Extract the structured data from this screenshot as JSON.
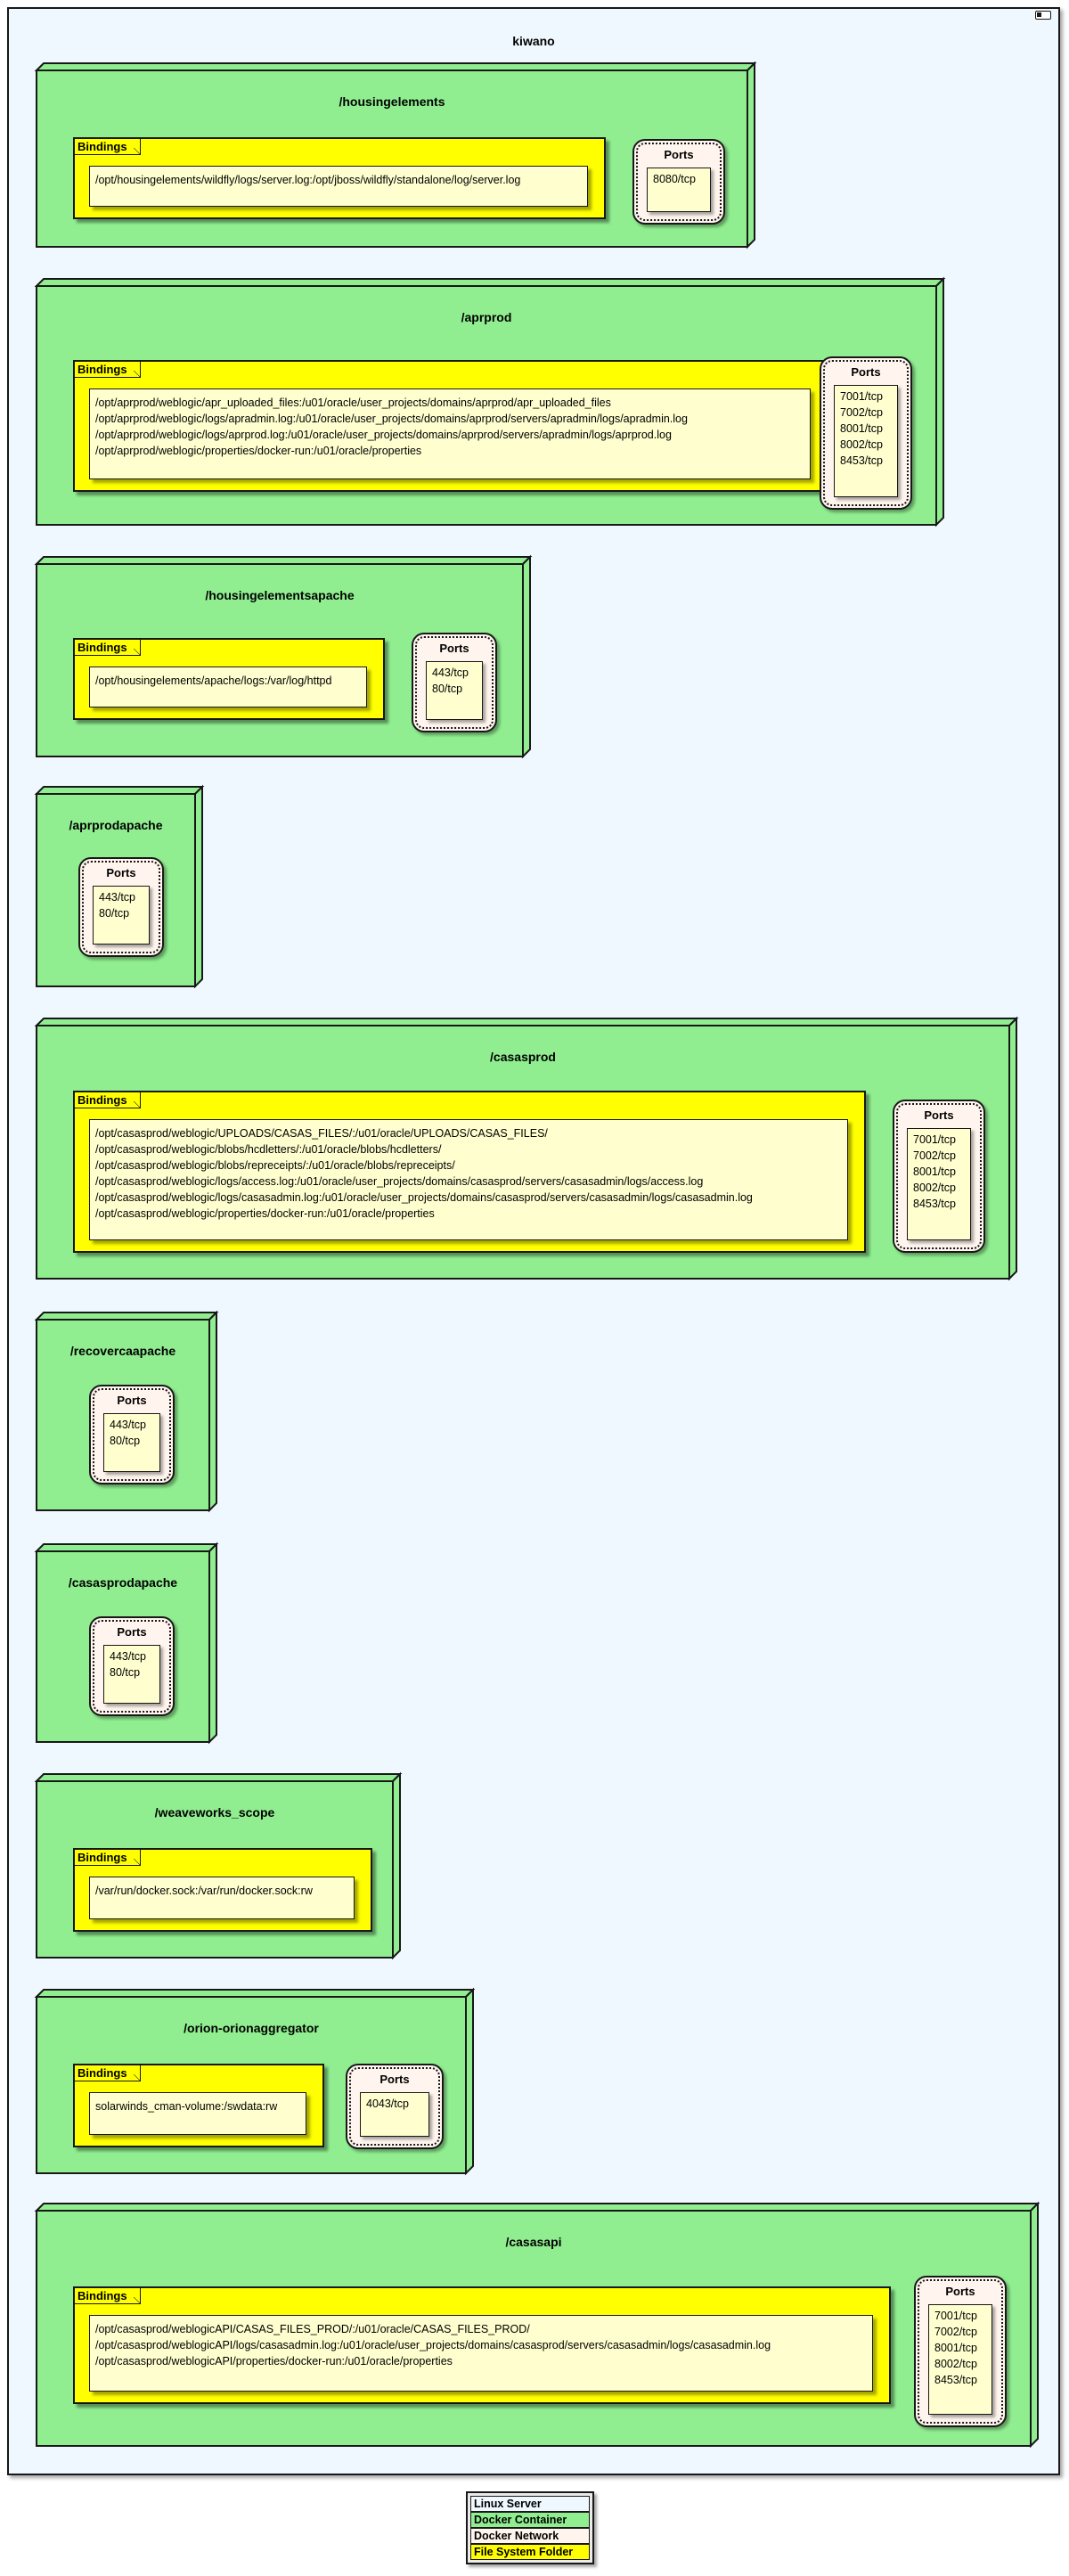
{
  "server": {
    "title": "kiwano",
    "icon": "component-icon"
  },
  "labels": {
    "bindings": "Bindings",
    "ports": "Ports"
  },
  "colors": {
    "server_bg": "#f0f8ff",
    "container": "#90ee90",
    "folder": "#ffff00",
    "note": "#fefece",
    "network": "#fff5ee"
  },
  "containers": [
    {
      "name": "/housingelements",
      "bindings": [
        "/opt/housingelements/wildfly/logs/server.log:/opt/jboss/wildfly/standalone/log/server.log"
      ],
      "ports": [
        "8080/tcp"
      ]
    },
    {
      "name": "/aprprod",
      "bindings": [
        "/opt/aprprod/weblogic/apr_uploaded_files:/u01/oracle/user_projects/domains/aprprod/apr_uploaded_files",
        "/opt/aprprod/weblogic/logs/apradmin.log:/u01/oracle/user_projects/domains/aprprod/servers/apradmin/logs/apradmin.log",
        "/opt/aprprod/weblogic/logs/aprprod.log:/u01/oracle/user_projects/domains/aprprod/servers/apradmin/logs/aprprod.log",
        "/opt/aprprod/weblogic/properties/docker-run:/u01/oracle/properties"
      ],
      "ports": [
        "7001/tcp",
        "7002/tcp",
        "8001/tcp",
        "8002/tcp",
        "8453/tcp"
      ]
    },
    {
      "name": "/housingelementsapache",
      "bindings": [
        "/opt/housingelements/apache/logs:/var/log/httpd"
      ],
      "ports": [
        "443/tcp",
        "80/tcp"
      ]
    },
    {
      "name": "/aprprodapache",
      "bindings": [],
      "ports": [
        "443/tcp",
        "80/tcp"
      ]
    },
    {
      "name": "/casasprod",
      "bindings": [
        "/opt/casasprod/weblogic/UPLOADS/CASAS_FILES/:/u01/oracle/UPLOADS/CASAS_FILES/",
        "/opt/casasprod/weblogic/blobs/hcdletters/:/u01/oracle/blobs/hcdletters/",
        "/opt/casasprod/weblogic/blobs/repreceipts/:/u01/oracle/blobs/repreceipts/",
        "/opt/casasprod/weblogic/logs/access.log:/u01/oracle/user_projects/domains/casasprod/servers/casasadmin/logs/access.log",
        "/opt/casasprod/weblogic/logs/casasadmin.log:/u01/oracle/user_projects/domains/casasprod/servers/casasadmin/logs/casasadmin.log",
        "/opt/casasprod/weblogic/properties/docker-run:/u01/oracle/properties"
      ],
      "ports": [
        "7001/tcp",
        "7002/tcp",
        "8001/tcp",
        "8002/tcp",
        "8453/tcp"
      ]
    },
    {
      "name": "/recovercaapache",
      "bindings": [],
      "ports": [
        "443/tcp",
        "80/tcp"
      ]
    },
    {
      "name": "/casasprodapache",
      "bindings": [],
      "ports": [
        "443/tcp",
        "80/tcp"
      ]
    },
    {
      "name": "/weaveworks_scope",
      "bindings": [
        "/var/run/docker.sock:/var/run/docker.sock:rw"
      ],
      "ports": []
    },
    {
      "name": "/orion-orionaggregator",
      "bindings": [
        "solarwinds_cman-volume:/swdata:rw"
      ],
      "ports": [
        "4043/tcp"
      ]
    },
    {
      "name": "/casasapi",
      "bindings": [
        "/opt/casasprod/weblogicAPI/CASAS_FILES_PROD/:/u01/oracle/CASAS_FILES_PROD/",
        "/opt/casasprod/weblogicAPI/logs/casasadmin.log:/u01/oracle/user_projects/domains/casasprod/servers/casasadmin/logs/casasadmin.log",
        "/opt/casasprod/weblogicAPI/properties/docker-run:/u01/oracle/properties"
      ],
      "ports": [
        "7001/tcp",
        "7002/tcp",
        "8001/tcp",
        "8002/tcp",
        "8453/tcp"
      ]
    }
  ],
  "legend": [
    {
      "label": "Linux Server",
      "color": "#f0f8ff"
    },
    {
      "label": "Docker Container",
      "color": "#90ee90"
    },
    {
      "label": "Docker Network",
      "color": "#fff5ee"
    },
    {
      "label": "File System Folder",
      "color": "#ffff00"
    }
  ]
}
